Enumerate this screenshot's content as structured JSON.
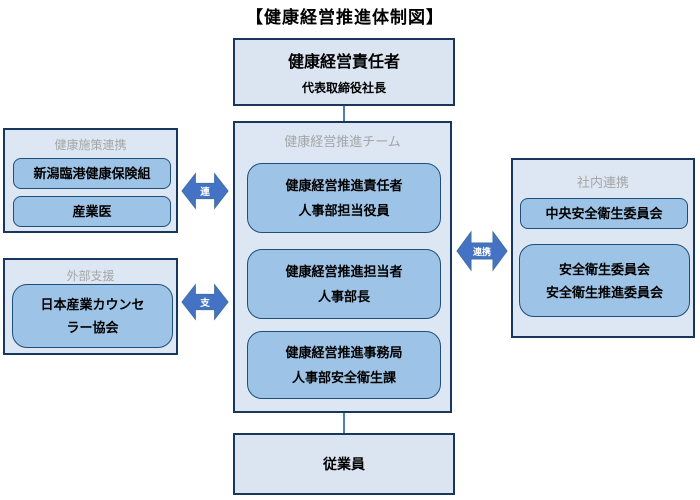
{
  "title": "【健康経営推進体制図】",
  "top_box": {
    "line1": "健康経営責任者",
    "line2": "代表取締役社長"
  },
  "team": {
    "header": "健康経営推進チーム",
    "boxes": [
      {
        "line1": "健康経営推進責任者",
        "line2": "人事部担当役員"
      },
      {
        "line1": "健康経営推進担当者",
        "line2": "人事部長"
      },
      {
        "line1": "健康経営推進事務局",
        "line2": "人事部安全衛生課"
      }
    ]
  },
  "employees_box": {
    "label": "従業員"
  },
  "left_top_group": {
    "header": "健康施策連携",
    "box1": "新潟臨港健康保険組",
    "box2": "産業医"
  },
  "left_bottom_group": {
    "header": "外部支援",
    "box_line1": "日本産業カウンセ",
    "box_line2": "ラー協会"
  },
  "right_group": {
    "header": "社内連携",
    "box1": "中央安全衛生委員会",
    "box2_line1": "安全衛生委員会",
    "box2_line2": "安全衛生推進委員会"
  },
  "arrows": [
    {
      "label": "連"
    },
    {
      "label": "支"
    },
    {
      "label": "連携"
    }
  ],
  "colors": {
    "panel_fill": "#dce7f3",
    "node_fill": "#dbe5f1",
    "round_fill": "#9dc3e6",
    "border_dark": "#17375d",
    "round_border": "#1f4e79",
    "arrow_fill": "#4472c4",
    "arrow_stroke": "#41719c",
    "caption_gray": "#a6a6a6"
  }
}
